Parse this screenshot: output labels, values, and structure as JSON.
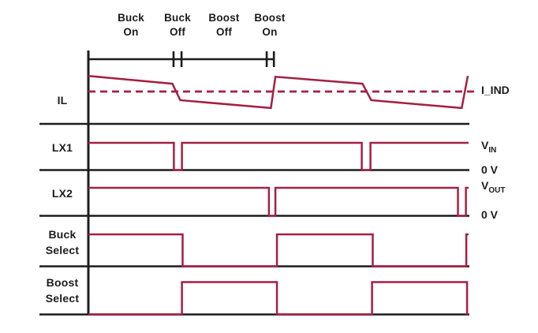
{
  "palette": {
    "signal_red": "#a32043",
    "line_black": "#1c1c1c",
    "background": "#ffffff"
  },
  "chart_data": {
    "type": "timing-diagram",
    "description": "Buck-boost converter switching waveforms",
    "time_axis": {
      "unit": "percent-of-window",
      "range": [
        0,
        100
      ]
    },
    "phases": [
      {
        "label": "Buck On",
        "label_lines": [
          "Buck",
          "On"
        ],
        "t_start": 0,
        "t_end": 22.4
      },
      {
        "label": "Buck Off",
        "label_lines": [
          "Buck",
          "Off"
        ],
        "t_start": 22.4,
        "t_end": 24.5
      },
      {
        "label": "Boost Off",
        "label_lines": [
          "Boost",
          "Off"
        ],
        "t_start": 24.5,
        "t_end": 46.9
      },
      {
        "label": "Boost On",
        "label_lines": [
          "Boost",
          "On"
        ],
        "t_start": 46.9,
        "t_end": 48.8
      }
    ],
    "signals": [
      {
        "name": "IL",
        "name_lines": [
          "IL"
        ],
        "kind": "analog",
        "average_line": {
          "label": "I_IND",
          "value": 1.0,
          "style": "dashed"
        },
        "points": [
          [
            0,
            1.36
          ],
          [
            22.1,
            1.18
          ],
          [
            24.2,
            0.8
          ],
          [
            48.0,
            0.62
          ],
          [
            49.2,
            1.34
          ],
          [
            72.1,
            1.18
          ],
          [
            74.4,
            0.8
          ],
          [
            98.2,
            0.62
          ],
          [
            99.8,
            1.36
          ]
        ]
      },
      {
        "name": "LX1",
        "name_lines": [
          "LX1"
        ],
        "kind": "digital",
        "high_label": {
          "main": "V",
          "sub": "IN"
        },
        "low_label": "0 V",
        "levels": [
          [
            0,
            1
          ],
          [
            22.5,
            0
          ],
          [
            24.6,
            1
          ],
          [
            71.9,
            0
          ],
          [
            74.2,
            1
          ]
        ]
      },
      {
        "name": "LX2",
        "name_lines": [
          "LX2"
        ],
        "kind": "digital",
        "high_label": {
          "main": "V",
          "sub": "OUT"
        },
        "low_label": "0 V",
        "levels": [
          [
            0,
            1
          ],
          [
            47.5,
            0
          ],
          [
            49.2,
            1
          ],
          [
            97.2,
            0
          ],
          [
            99.3,
            1
          ]
        ]
      },
      {
        "name": "Buck Select",
        "name_lines": [
          "Buck",
          "Select"
        ],
        "kind": "digital",
        "levels": [
          [
            0,
            1
          ],
          [
            24.8,
            0
          ],
          [
            49.6,
            1
          ],
          [
            74.8,
            0
          ],
          [
            99.4,
            1
          ]
        ]
      },
      {
        "name": "Boost Select",
        "name_lines": [
          "Boost",
          "Select"
        ],
        "kind": "digital",
        "levels": [
          [
            0,
            0
          ],
          [
            24.6,
            1
          ],
          [
            49.6,
            0
          ],
          [
            74.6,
            1
          ],
          [
            99.6,
            0
          ]
        ]
      }
    ]
  }
}
